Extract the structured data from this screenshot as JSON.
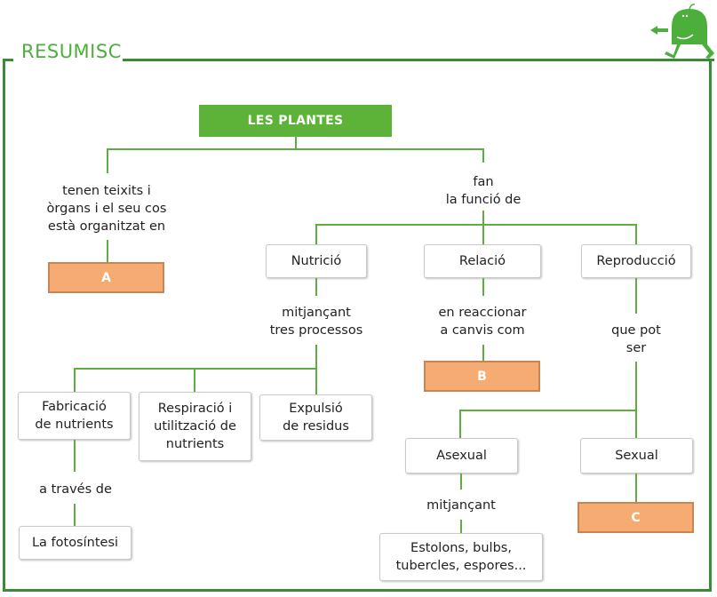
{
  "header": {
    "title": "RESUMISC",
    "mascot_icon": "green-mascot-back-arrow-icon"
  },
  "colors": {
    "frame": "#3b8a35",
    "title": "#4caf3c",
    "connector": "#5fad41",
    "root_fill": "#5cb337",
    "answer_fill": "#f5ab72",
    "answer_border": "#c88453"
  },
  "diagram": {
    "root": "LES PLANTES",
    "left_branch_label": "tenen teixits i\nòrgans i el seu cos\nestà organitzat en",
    "answer_a": "A",
    "right_branch_label": "fan\nla funció de",
    "functions": {
      "nutricio": {
        "title": "Nutrició",
        "connector_label": "mitjançant\ntres processos",
        "processes": [
          "Fabricació\nde nutrients",
          "Respiració i\nutilització de\nnutrients",
          "Expulsió\nde residus"
        ],
        "fabricacio_label": "a través de",
        "fotosintesi": "La fotosíntesi"
      },
      "relacio": {
        "title": "Relació",
        "connector_label": "en reaccionar\na canvis com",
        "answer_b": "B"
      },
      "reproduccio": {
        "title": "Reproducció",
        "connector_label": "que pot\nser",
        "asexual": "Asexual",
        "asexual_label": "mitjançant",
        "asexual_examples": "Estolons, bulbs,\ntubercles, espores...",
        "sexual": "Sexual",
        "answer_c": "C"
      }
    }
  }
}
